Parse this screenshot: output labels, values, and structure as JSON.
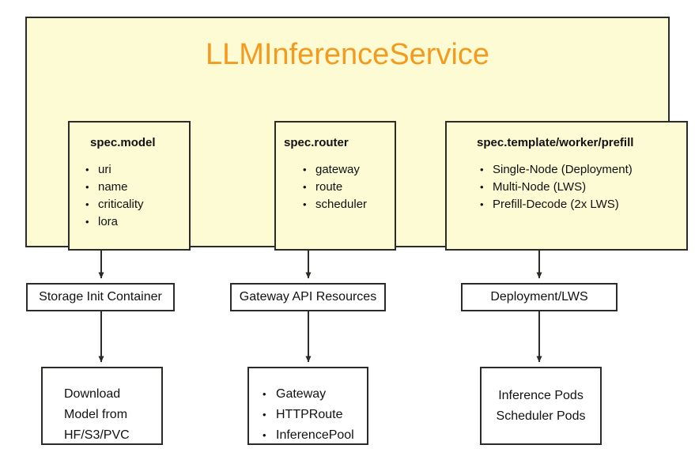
{
  "diagram": {
    "title": "LLMInferenceService",
    "title_color": "#f49b1f",
    "container_fill": "#fcfbd4",
    "border_color": "#2b2b28",
    "spec_boxes": [
      {
        "name": "spec-model",
        "title": "spec.model",
        "items": [
          "uri",
          "name",
          "criticality",
          "lora"
        ]
      },
      {
        "name": "spec-router",
        "title": "spec.router",
        "items": [
          "gateway",
          "route",
          "scheduler"
        ]
      },
      {
        "name": "spec-template-worker-prefill",
        "title": "spec.template/worker/prefill",
        "items": [
          "Single-Node (Deployment)",
          "Multi-Node (LWS)",
          "Prefill-Decode (2x LWS)"
        ]
      }
    ],
    "mid_boxes": [
      {
        "name": "storage-init-container",
        "label": "Storage Init Container"
      },
      {
        "name": "gateway-api-resources",
        "label": "Gateway API Resources"
      },
      {
        "name": "deployment-lws",
        "label": "Deployment/LWS"
      }
    ],
    "leaf_boxes": [
      {
        "name": "download-model",
        "lines": [
          "Download",
          "Model from",
          "HF/S3/PVC"
        ]
      },
      {
        "name": "gateway-resources",
        "items": [
          "Gateway",
          "HTTPRoute",
          "InferencePool"
        ]
      },
      {
        "name": "inference-scheduler-pods",
        "lines": [
          "Inference Pods",
          "Scheduler Pods"
        ]
      }
    ]
  }
}
